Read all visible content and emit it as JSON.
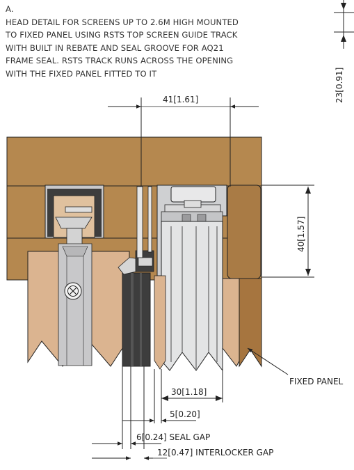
{
  "caption": {
    "label": "A.",
    "lines": [
      "HEAD DETAIL FOR SCREENS UP TO 2.6M HIGH MOUNTED",
      "TO FIXED PANEL USING RSTS TOP SCREEN GUIDE TRACK",
      "WITH BUILT IN REBATE AND SEAL GROOVE FOR AQ21",
      "FRAME SEAL. RSTS TRACK RUNS ACROSS THE OPENING",
      "WITH THE FIXED PANEL FITTED TO IT"
    ]
  },
  "dimensions": {
    "d23": "23[0.91]",
    "d41": "41[1.61]",
    "d40": "40[1.57]",
    "d30": "30[1.18]",
    "d5": "5[0.20]",
    "d6": "6[0.24] SEAL GAP",
    "d12": "12[0.47] INTERLOCKER GAP"
  },
  "callouts": {
    "fixed_panel": "FIXED PANEL"
  },
  "colors": {
    "timber_head": "#b5884f",
    "timber_panel": "#dbb490",
    "timber_panel_dark": "#a6753f",
    "track": "#c3c4c6",
    "track_light": "#e4e5e6",
    "seal": "#3d3d3d",
    "outline": "#222222"
  }
}
